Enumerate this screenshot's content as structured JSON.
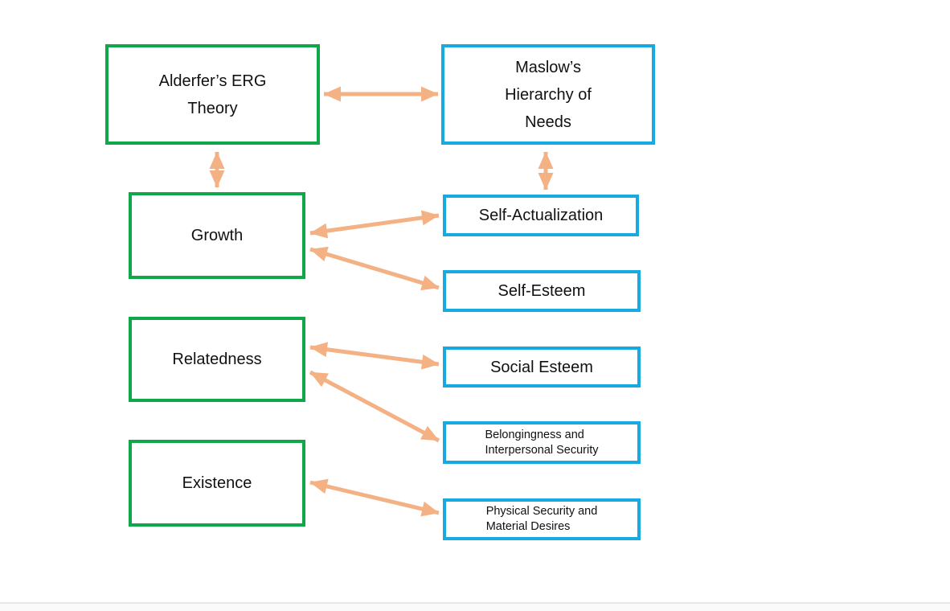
{
  "colors": {
    "erg_box_border": "#10A64A",
    "maslow_box_border": "#16AAE0",
    "arrow": "#F4B183",
    "text": "#111111",
    "divider": "#E7E7E7",
    "footer_bg": "#FAFAFA"
  },
  "nodes": {
    "alderfer": {
      "lines": [
        "Alderfer’s ERG",
        "Theory"
      ]
    },
    "maslow": {
      "lines": [
        "Maslow’s",
        "Hierarchy of",
        "Needs"
      ]
    },
    "growth": {
      "lines": [
        "Growth"
      ]
    },
    "self_actualization": {
      "lines": [
        "Self-Actualization"
      ]
    },
    "self_esteem": {
      "lines": [
        "Self-Esteem"
      ]
    },
    "relatedness": {
      "lines": [
        "Relatedness"
      ]
    },
    "social_esteem": {
      "lines": [
        "Social Esteem"
      ]
    },
    "belongingness": {
      "lines": [
        "Belongingness and",
        "Interpersonal Security"
      ]
    },
    "existence": {
      "lines": [
        "Existence"
      ]
    },
    "physical_security": {
      "lines": [
        "Physical Security and",
        "Material Desires"
      ]
    }
  },
  "relations": [
    {
      "from": "Alderfer’s ERG Theory",
      "to": "Maslow’s Hierarchy of Needs",
      "type": "bidirectional"
    },
    {
      "from": "Alderfer’s ERG Theory",
      "to": "Growth",
      "type": "bidirectional"
    },
    {
      "from": "Maslow’s Hierarchy of Needs",
      "to": "Self-Actualization",
      "type": "bidirectional"
    },
    {
      "from": "Growth",
      "to": "Self-Actualization",
      "type": "bidirectional"
    },
    {
      "from": "Growth",
      "to": "Self-Esteem",
      "type": "bidirectional"
    },
    {
      "from": "Relatedness",
      "to": "Social Esteem",
      "type": "bidirectional"
    },
    {
      "from": "Relatedness",
      "to": "Belongingness and Interpersonal Security",
      "type": "bidirectional"
    },
    {
      "from": "Existence",
      "to": "Physical Security and Material Desires",
      "type": "bidirectional"
    }
  ]
}
